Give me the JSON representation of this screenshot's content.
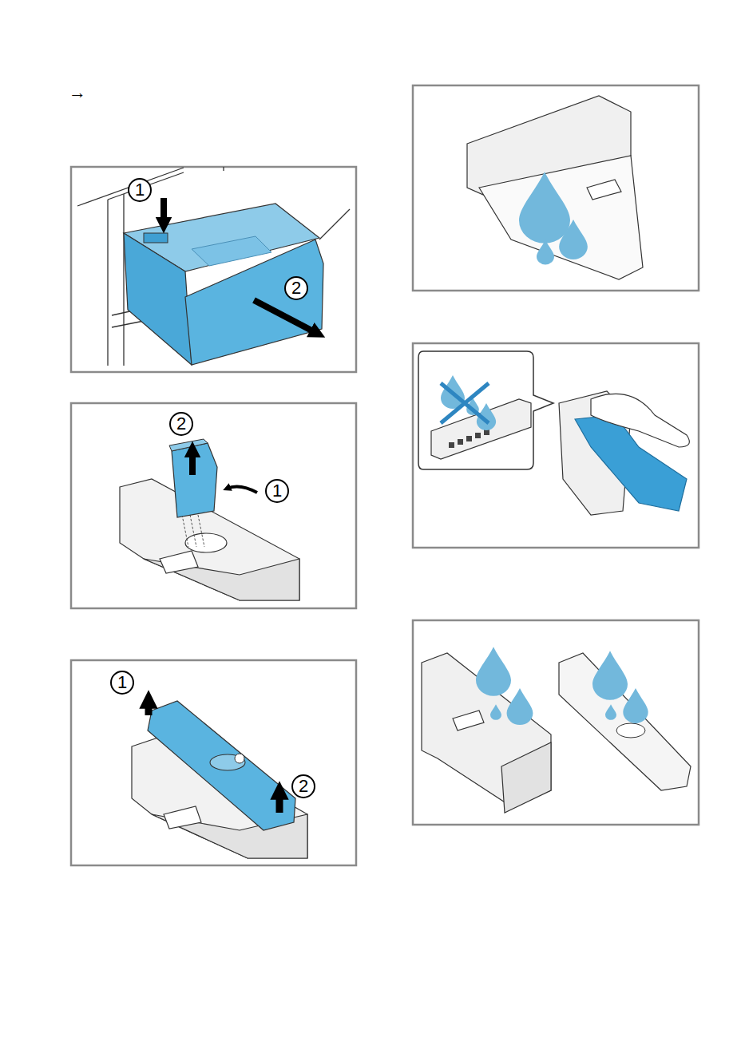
{
  "diagram": {
    "labels": [
      "→",
      "1",
      "2",
      "2",
      "1",
      "1",
      "2"
    ]
  }
}
